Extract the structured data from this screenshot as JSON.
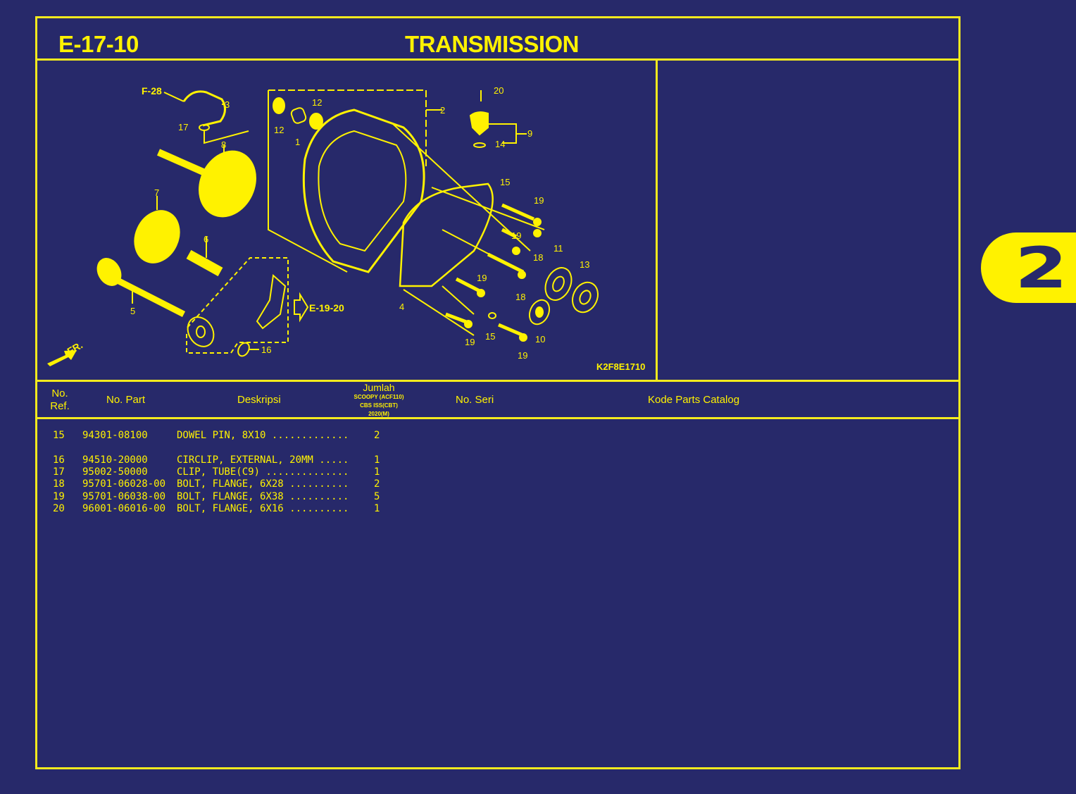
{
  "header": {
    "code": "E-17-10",
    "title": "TRANSMISSION"
  },
  "side_tab": {
    "label": "2"
  },
  "diagram": {
    "drawing_code": "K2F8E1710",
    "refs": {
      "f28": "F-28",
      "e1920": "E-19-20",
      "front": "FR."
    },
    "callouts": [
      "1",
      "2",
      "3",
      "4",
      "5",
      "6",
      "7",
      "8",
      "9",
      "10",
      "11",
      "12",
      "13",
      "14",
      "15",
      "16",
      "17",
      "18",
      "19",
      "20"
    ]
  },
  "table": {
    "columns": {
      "ref_line1": "No.",
      "ref_line2": "Ref.",
      "part": "No. Part",
      "desc": "Deskripsi",
      "qty_title": "Jumlah",
      "qty_sub1": "SCOOPY (ACF110)",
      "qty_sub2": "CBS ISS(CBT)",
      "qty_sub3": "2020(M)",
      "serial": "No. Seri",
      "catalog": "Kode Parts Catalog"
    },
    "rows": [
      {
        "ref": "15",
        "part": "94301-08100",
        "desc": "DOWEL PIN, 8X10 ..............................",
        "qty": "2"
      },
      {
        "ref": "16",
        "part": "94510-20000",
        "desc": "CIRCLIP, EXTERNAL, 20MM ......................",
        "qty": "1"
      },
      {
        "ref": "17",
        "part": "95002-50000",
        "desc": "CLIP, TUBE(C9) ...............................",
        "qty": "1"
      },
      {
        "ref": "18",
        "part": "95701-06028-00",
        "desc": "BOLT, FLANGE, 6X28 ...........................",
        "qty": "2"
      },
      {
        "ref": "19",
        "part": "95701-06038-00",
        "desc": "BOLT, FLANGE, 6X38 ...........................",
        "qty": "5"
      },
      {
        "ref": "20",
        "part": "96001-06016-00",
        "desc": "BOLT, FLANGE, 6X16 ...........................",
        "qty": "1"
      }
    ]
  },
  "colors": {
    "background": "#27296a",
    "accent": "#fff200",
    "border": "#f4ea1e"
  }
}
